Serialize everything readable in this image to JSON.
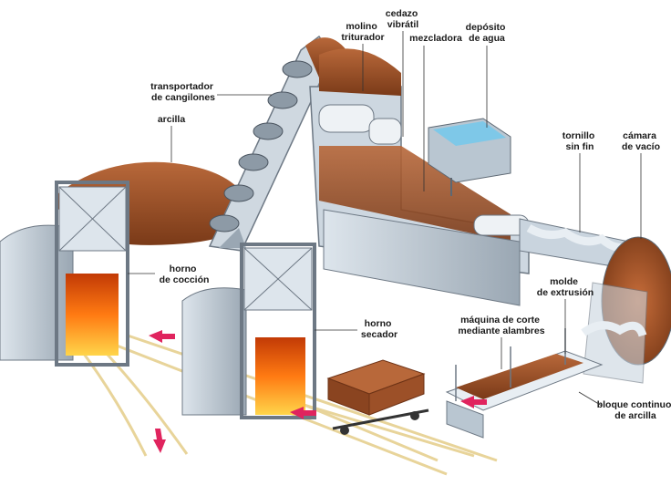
{
  "labels": {
    "molino": [
      "molino",
      "triturador"
    ],
    "cedazo": [
      "cedazo",
      "vibrátil"
    ],
    "mezcladora": [
      "mezcladora"
    ],
    "deposito": [
      "depósito",
      "de agua"
    ],
    "transportador": [
      "transportador",
      "de cangilones"
    ],
    "arcilla": [
      "arcilla"
    ],
    "tornillo": [
      "tornillo",
      "sin fin"
    ],
    "camara": [
      "cámara",
      "de vacío"
    ],
    "horno_coccion": [
      "horno",
      "de cocción"
    ],
    "molde": [
      "molde",
      "de extrusión"
    ],
    "maquina_corte": [
      "máquina de corte",
      "mediante alambres"
    ],
    "horno_secador": [
      "horno",
      "secador"
    ],
    "bloque": [
      "bloque continuo",
      "de arcilla"
    ]
  },
  "colors": {
    "clay": "#a0522d",
    "clay_dark": "#6e3316",
    "metal": "#c9d4de",
    "metal_dark": "#8d9aa6",
    "fire": "#ff7a12",
    "water": "#7ec8e8",
    "arrow": "#e0245e",
    "rail": "#e8d49a"
  }
}
